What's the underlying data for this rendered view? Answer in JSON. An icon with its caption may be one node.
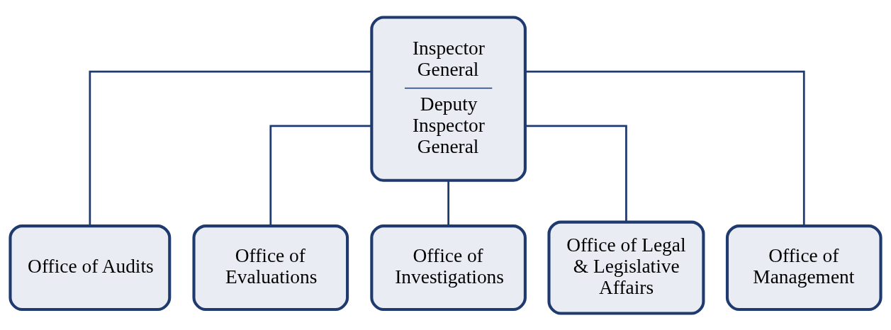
{
  "diagram": {
    "nodes": [
      {
        "text": [
          "Inspector General",
          "Deputy Inspector General"
        ]
      },
      {
        "text": [
          "Office of Audits"
        ]
      },
      {
        "text": [
          "Office of Evaluations"
        ]
      },
      {
        "text": [
          "Office of Investigations"
        ]
      },
      {
        "text": [
          "Office of Legal & Legislative Affairs"
        ]
      },
      {
        "text": [
          "Office of Management"
        ]
      }
    ],
    "edges": [
      {
        "from": 0,
        "to": 1,
        "arrow": "none"
      },
      {
        "from": 0,
        "to": 2,
        "arrow": "none"
      },
      {
        "from": 0,
        "to": 3,
        "arrow": "none"
      },
      {
        "from": 0,
        "to": 4,
        "arrow": "none"
      },
      {
        "from": 0,
        "to": 5,
        "arrow": "none"
      }
    ]
  }
}
